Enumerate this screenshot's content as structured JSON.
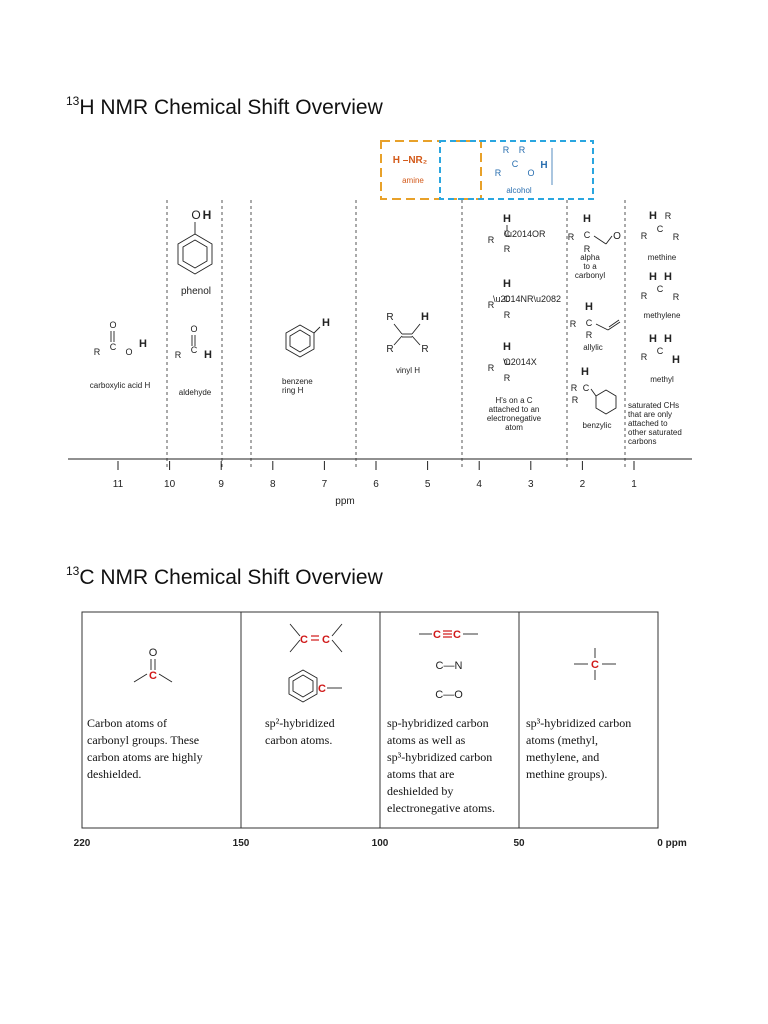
{
  "h_nmr": {
    "title_sup": "13",
    "title": "H NMR Chemical Shift Overview",
    "amine_formula": "H –NR₂",
    "amine_label": "amine",
    "alcohol_label": "alcohol",
    "phenol_label": "phenol",
    "carboxylic_label": "carboxylic acid H",
    "aldehyde_label": "aldehyde",
    "benzene_label_1": "benzene",
    "benzene_label_2": "ring H",
    "vinyl_label": "vinyl H",
    "electroneg_1": "H's on a C",
    "electroneg_2": "attached to an",
    "electroneg_3": "electronegative",
    "electroneg_4": "atom",
    "alpha_1": "alpha",
    "alpha_2": "to a",
    "alpha_3": "carbonyl",
    "allylic_label": "allylic",
    "benzylic_label": "benzylic",
    "methine_label": "methine",
    "methylene_label": "methylene",
    "methyl_label": "methyl",
    "saturated_1": "saturated CHs",
    "saturated_2": "that are only",
    "saturated_3": "attached to",
    "saturated_4": "other saturated",
    "saturated_5": "carbons",
    "axis_ticks": [
      "11",
      "10",
      "9",
      "8",
      "7",
      "6",
      "5",
      "4",
      "3",
      "2",
      "1"
    ],
    "axis_unit": "ppm"
  },
  "c_nmr": {
    "title_sup": "13",
    "title": "C NMR Chemical Shift Overview",
    "box1_lines": [
      "Carbon atoms of",
      "carbonyl groups. These",
      "carbon atoms are highly",
      "deshielded."
    ],
    "box2_lines": [
      "sp²-hybridized",
      "carbon atoms."
    ],
    "box3_lines": [
      "sp-hybridized carbon",
      "atoms as well as",
      "sp³-hybridized carbon",
      "atoms that are",
      "deshielded  by",
      "electronegative atoms."
    ],
    "box4_lines": [
      "sp³-hybridized carbon",
      "atoms (methyl,",
      "methylene, and",
      "methine groups)."
    ],
    "cn_label": "C—N",
    "co_label": "C—O",
    "axis_ticks": [
      "220",
      "150",
      "100",
      "50",
      "0 ppm"
    ]
  }
}
